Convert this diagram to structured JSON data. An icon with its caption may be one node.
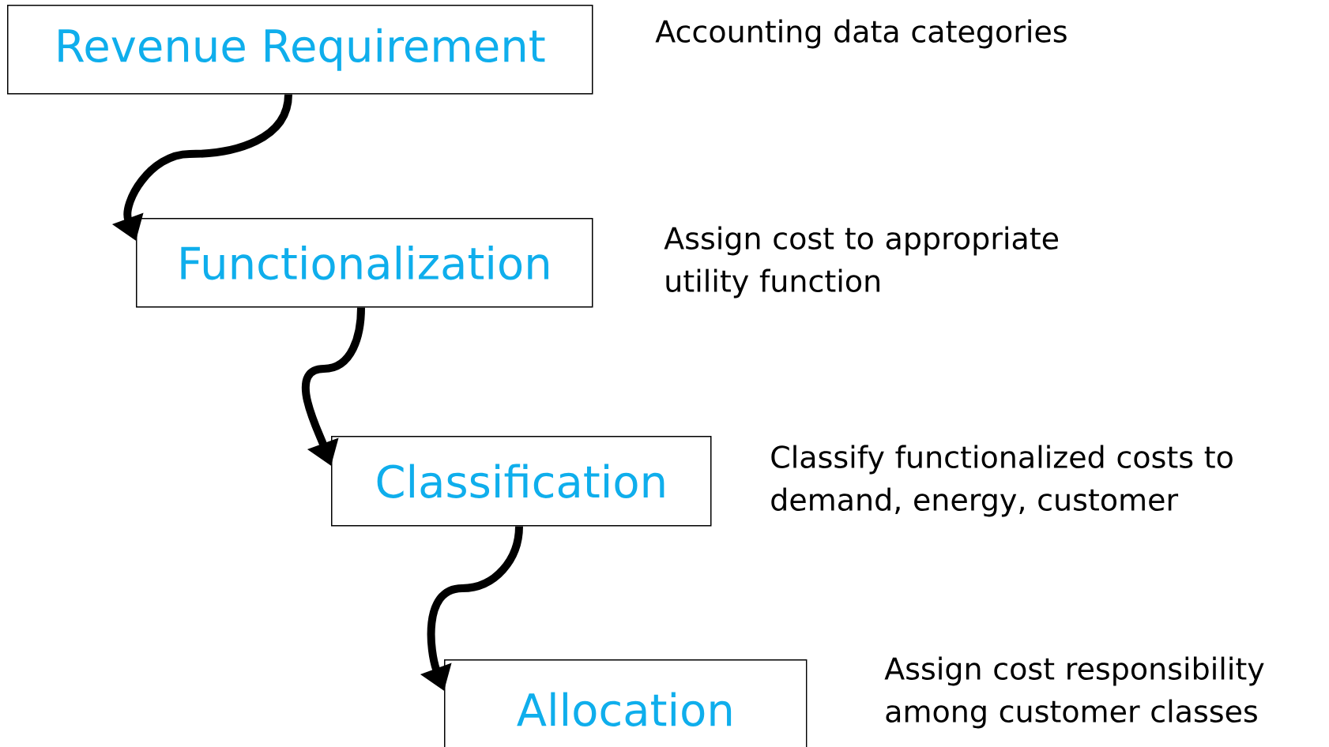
{
  "diagram": {
    "nodes": [
      {
        "text": [
          "Revenue Requirement"
        ],
        "beside": [
          "Accounting data categories"
        ]
      },
      {
        "text": [
          "Functionalization"
        ],
        "beside": [
          "Assign cost to appropriate utility function"
        ]
      },
      {
        "text": [
          "Classification"
        ],
        "beside": [
          "Classify functionalized costs to demand, energy, customer"
        ]
      },
      {
        "text": [
          "Allocation"
        ],
        "beside": [
          "Assign cost responsibility among customer classes"
        ]
      }
    ],
    "edges": [
      {
        "from": 0,
        "to": 1,
        "arrow": "to"
      },
      {
        "from": 1,
        "to": 2,
        "arrow": "to"
      },
      {
        "from": 2,
        "to": 3,
        "arrow": "to"
      }
    ]
  }
}
